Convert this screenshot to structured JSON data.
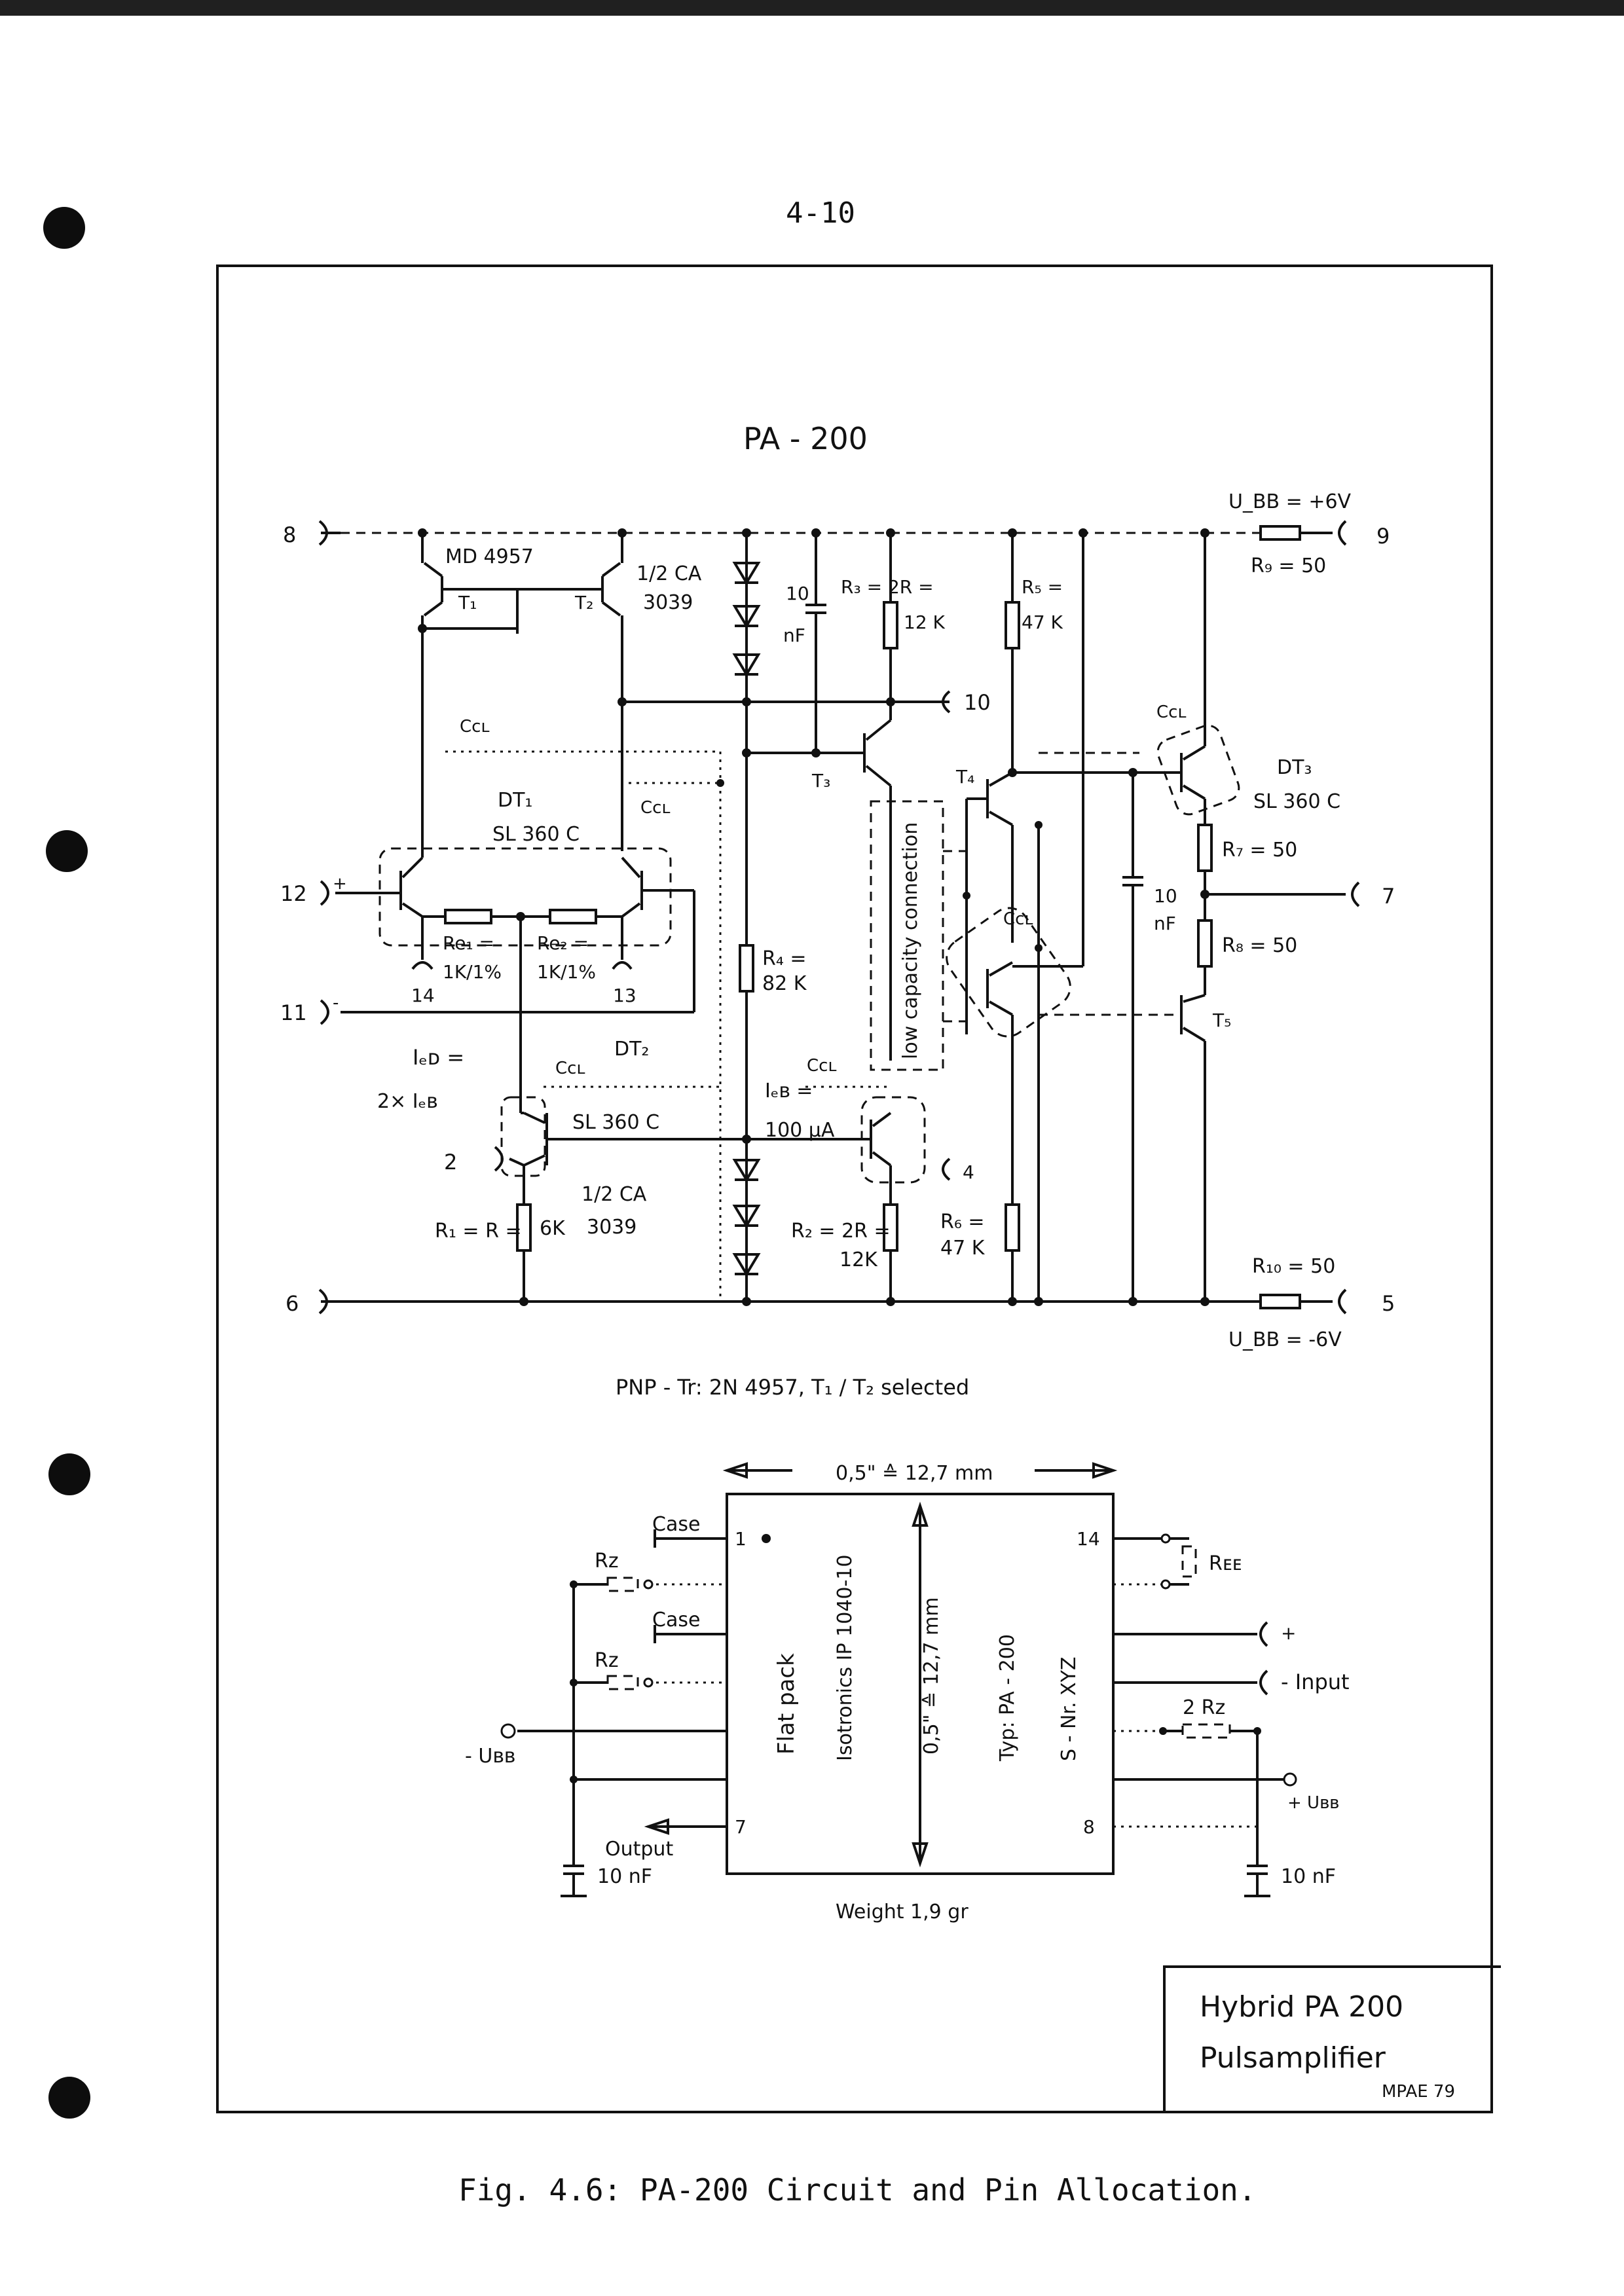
{
  "page": {
    "number": "4-10",
    "caption": "Fig. 4.6:  PA-200 Circuit and Pin Allocation."
  },
  "title_block": {
    "line1": "Hybrid  PA 200",
    "line2": "Pulsamplifier",
    "ref": "MPAE 79"
  },
  "circuit": {
    "title": "PA - 200",
    "pins": [
      "8",
      "9",
      "10",
      "12",
      "7",
      "11",
      "2",
      "6",
      "5",
      "14",
      "13"
    ],
    "supply_pos": "U_BB = +6V",
    "supply_neg": "U_BB = -6V",
    "transistor_pair": "MD 4957",
    "t1": "T₁",
    "t2": "T₂",
    "t3": "T₃",
    "t4": "T₄",
    "t5": "T₅",
    "ca_top": [
      "1/2 CA",
      "3039"
    ],
    "ca_bottom": [
      "1/2 CA",
      "3039"
    ],
    "dt1": [
      "DT₁",
      "SL 360 C"
    ],
    "dt2": "DT₂",
    "dt2_type": "SL 360 C",
    "dt3": [
      "DT₃",
      "SL 360 C"
    ],
    "ccl": "Cᴄʟ",
    "cap10": [
      "10",
      "nF"
    ],
    "r3": [
      "R₃ = 2R =",
      "12 K"
    ],
    "r5": [
      "R₅ =",
      "47 K"
    ],
    "r9": "R₉ = 50",
    "r7": "R₇ = 50",
    "r8": "R₈ = 50",
    "r10": "R₁₀ = 50",
    "r4": [
      "R₄ =",
      "82 K"
    ],
    "r1": [
      "R₁ = R =",
      "6K"
    ],
    "r2": [
      "R₂ = 2R =",
      "12K"
    ],
    "r6": [
      "R₆ =",
      "47 K"
    ],
    "re1": [
      "Re₁ =",
      "1K/1%"
    ],
    "re2": [
      "Re₂ =",
      "1K/1%"
    ],
    "ied": [
      "Iₑᴅ =",
      "2× Iₑʙ"
    ],
    "ieb": [
      "Iₑʙ =",
      "100 μA"
    ],
    "low_cap": "low capacity connection",
    "pnp_note": "PNP - Tr: 2N 4957, T₁ / T₂ selected",
    "plus_sign": "+",
    "minus_sign": "-"
  },
  "package": {
    "width_label": "0,5\" ≙ 12,7 mm",
    "height_label": "0,5\" ≙ 12,7 mm",
    "flat_pack": "Flat pack",
    "isotronics": "Isotronics IP 1040-10",
    "type": "Typ: PA - 200",
    "serial": "S - Nr.  XYZ",
    "weight": "Weight   1,9 gr",
    "pin1": "1",
    "pin7": "7",
    "pin14": "14",
    "pin8": "8",
    "case": "Case",
    "rz": "Rz",
    "two_rz": "2 Rz",
    "ree": "Rᴇᴇ",
    "minus_ubb": "- Uʙʙ",
    "plus_ubb": "+ Uʙʙ",
    "output": "Output",
    "input": "- Input",
    "plus": "+",
    "cap_left": "10 nF",
    "cap_right": "10 nF"
  }
}
